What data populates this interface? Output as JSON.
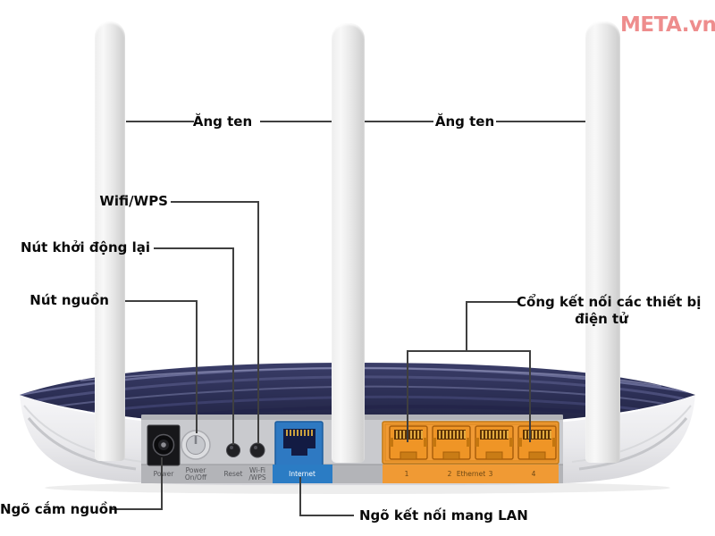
{
  "watermark": "META.vn",
  "callouts": {
    "antenna_left": "Ăng ten",
    "antenna_right": "Ăng ten",
    "wifi_wps": "Wifi/WPS",
    "reset_button": "Nút khởi động lại",
    "power_button": "Nút nguồn",
    "device_ports_line1": "Cổng kết nối các thiết bị",
    "device_ports_line2": "điện tử",
    "power_jack": "Ngõ cắm nguồn",
    "lan_port": "Ngõ kết nối mang LAN"
  },
  "rear_panel": {
    "power_jack": "Power",
    "power_switch_line1": "Power",
    "power_switch_line2": "On/Off",
    "reset": "Reset",
    "wps_line1": "Wi-Fi",
    "wps_line2": "/WPS",
    "internet": "Internet",
    "ethernet": [
      "1",
      "2",
      "Ethernet",
      "3",
      "4"
    ]
  },
  "colors": {
    "internet_blue": "#2b7cc4",
    "ethernet_orange": "#f09a34",
    "router_navy": "#2c2f55",
    "watermark_red": "#ee8d8d",
    "callout_line": "#3f3f3f"
  }
}
